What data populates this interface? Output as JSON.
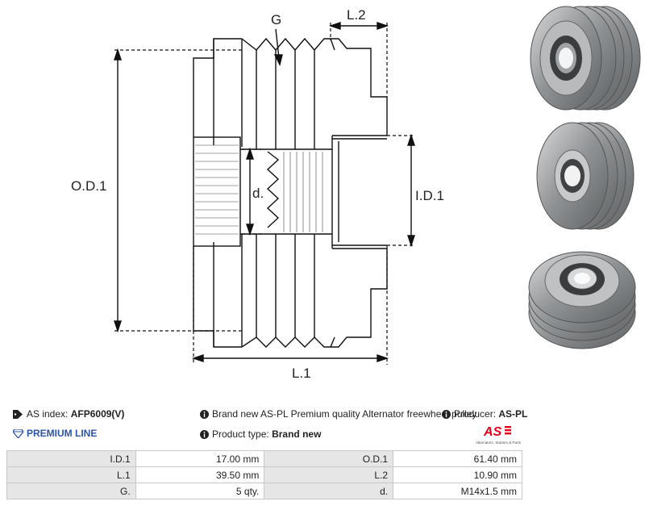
{
  "drawing": {
    "labels": {
      "g": "G",
      "l2": "L.2",
      "od1": "O.D.1",
      "d": "d.",
      "id1": "I.D.1",
      "l1": "L.1"
    }
  },
  "info": {
    "as_index_label": "AS index:",
    "as_index_value": "AFP6009(V)",
    "premium_line": "PREMIUM LINE",
    "description": "Brand new AS-PL Premium quality Alternator freewheel pulley",
    "product_type_label": "Product type:",
    "product_type_value": "Brand new",
    "producer_label": "Producer:",
    "producer_value": "AS-PL",
    "logo_text": "AS",
    "logo_tagline": "Alternators, Starters & Parts"
  },
  "specs": [
    {
      "label1": "I.D.1",
      "value1": "17.00 mm",
      "label2": "O.D.1",
      "value2": "61.40 mm"
    },
    {
      "label1": "L.1",
      "value1": "39.50 mm",
      "label2": "L.2",
      "value2": "10.90 mm"
    },
    {
      "label1": "G.",
      "value1": "5 qty.",
      "label2": "d.",
      "value2": "M14x1.5 mm"
    }
  ],
  "colors": {
    "accent_blue": "#2d55a8",
    "logo_red": "#e2001a",
    "table_label_bg": "#e6e6e6"
  },
  "icons": {
    "tag": "tag-icon",
    "diamond": "diamond-icon",
    "info": "info-icon"
  }
}
